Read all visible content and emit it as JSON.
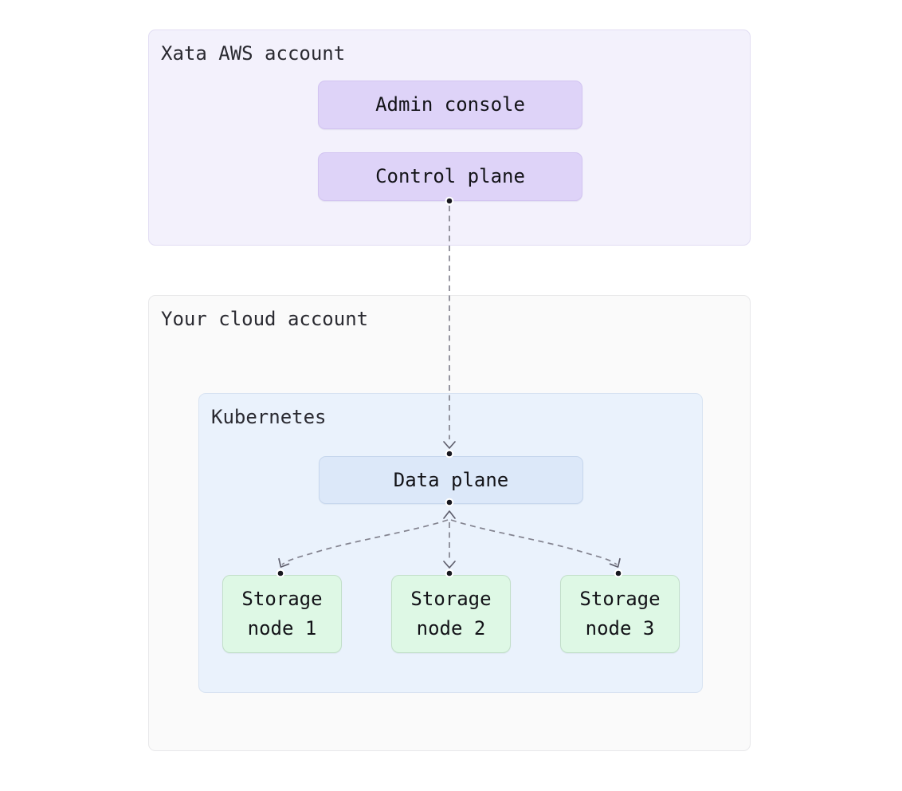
{
  "diagram": {
    "xata_account": {
      "title": "Xata AWS account",
      "nodes": [
        {
          "label": "Admin console"
        },
        {
          "label": "Control plane"
        }
      ]
    },
    "cloud_account": {
      "title": "Your cloud account",
      "kubernetes": {
        "title": "Kubernetes",
        "data_plane": {
          "label": "Data plane"
        },
        "storage_nodes": [
          {
            "line1": "Storage",
            "line2": "node 1"
          },
          {
            "line1": "Storage",
            "line2": "node 2"
          },
          {
            "line1": "Storage",
            "line2": "node 3"
          }
        ]
      }
    },
    "connections": [
      {
        "from": "Control plane",
        "to": "Data plane",
        "style": "dashed-arrow"
      },
      {
        "from": "Data plane",
        "to": "Storage node 1",
        "style": "dashed-arrow"
      },
      {
        "from": "Data plane",
        "to": "Storage node 2",
        "style": "dashed-arrow-bidirectional"
      },
      {
        "from": "Data plane",
        "to": "Storage node 3",
        "style": "dashed-arrow"
      }
    ],
    "colors": {
      "canvas_bg": "#ffffff",
      "xata_container_bg": "#f3f1fc",
      "xata_container_border": "#e2ddf3",
      "purple_box_bg": "#ded3f8",
      "purple_box_border": "#d2c4f1",
      "cloud_container_bg": "#fafafa",
      "cloud_container_border": "#e8e8ea",
      "k8s_bg": "#eaf2fc",
      "k8s_border": "#d8e3f2",
      "data_plane_bg": "#dce8f9",
      "data_plane_border": "#c7d7ed",
      "storage_bg": "#def8e5",
      "storage_border": "#c2dfc9",
      "line": "#83838f",
      "arrowhead": "#5f5f6d",
      "dot": "#17171f",
      "title_text": "#2a2a31",
      "node_text": "#131318"
    }
  }
}
